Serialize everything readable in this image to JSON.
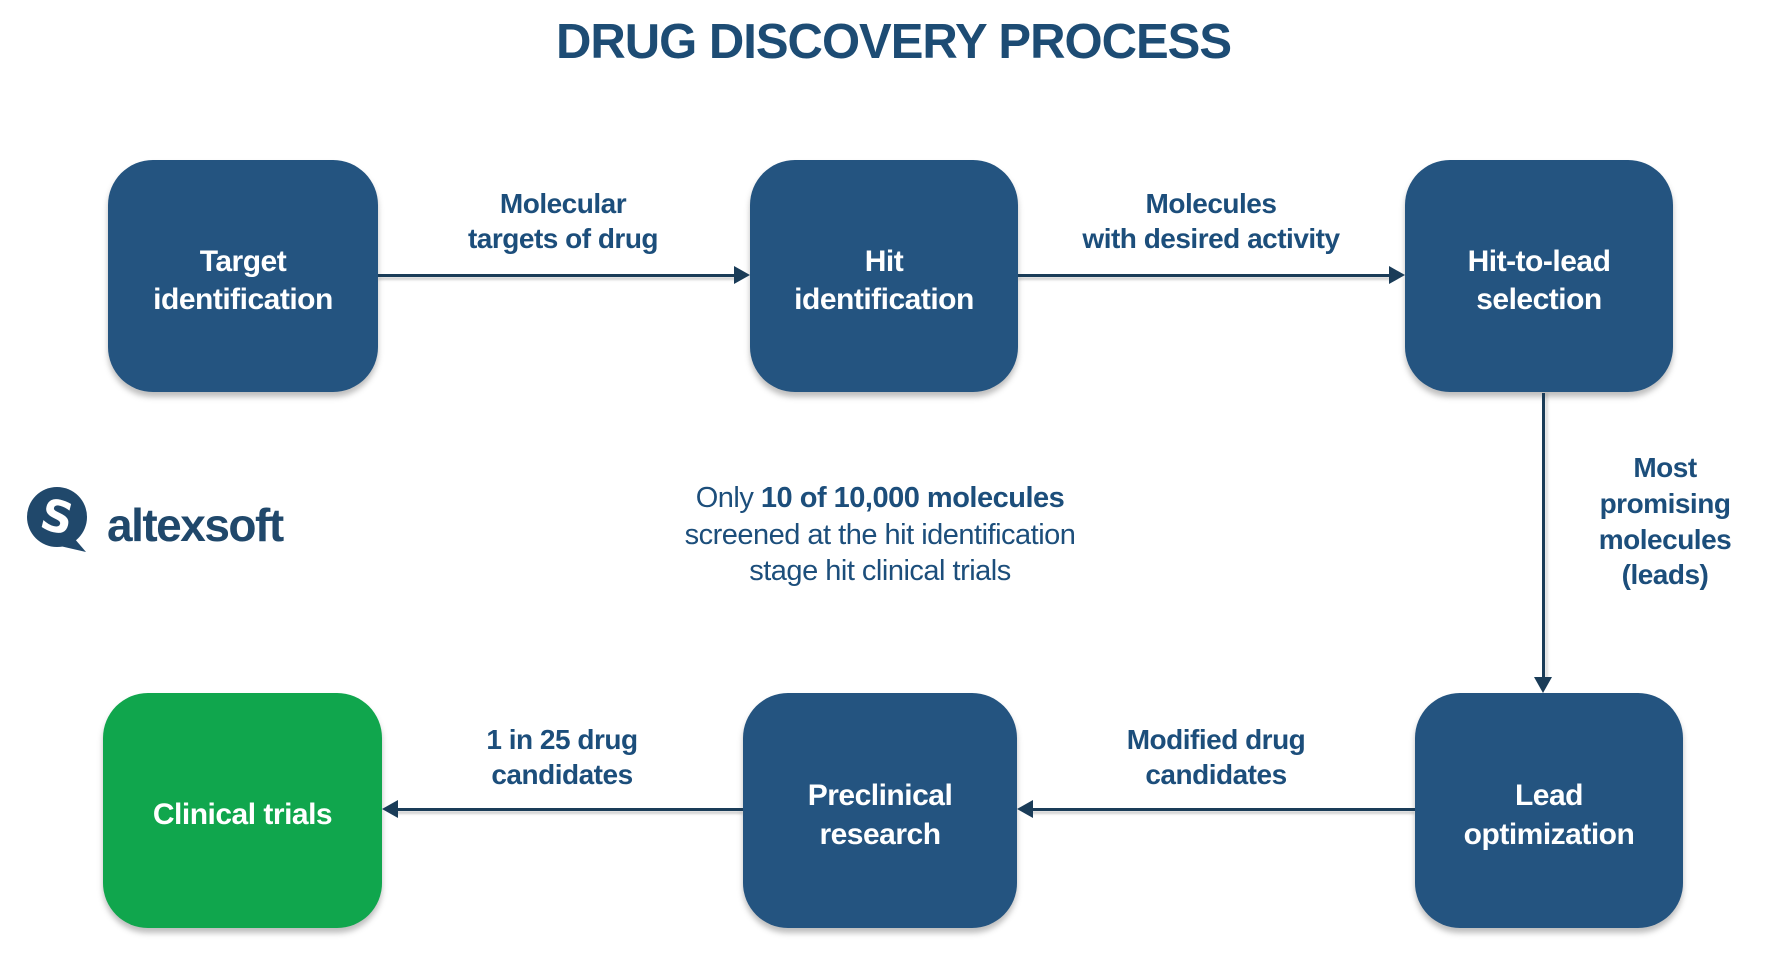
{
  "title": "DRUG DISCOVERY PROCESS",
  "logo": {
    "brand": "altexsoft",
    "mark": "speech-bubble-s-icon"
  },
  "colors": {
    "box_blue": "#245480",
    "box_green": "#10A64D",
    "heading_blue": "#1D4C74",
    "label_blue": "#1C4E7B",
    "arrow_navy": "#1A3C58",
    "box_text": "#FFFFFF"
  },
  "boxes": [
    {
      "id": "target-identification",
      "label": "Target\nidentification",
      "color": "blue"
    },
    {
      "id": "hit-identification",
      "label": "Hit\nidentification",
      "color": "blue"
    },
    {
      "id": "hit-to-lead-selection",
      "label": "Hit-to-lead\nselection",
      "color": "blue"
    },
    {
      "id": "clinical-trials",
      "label": "Clinical trials",
      "color": "green"
    },
    {
      "id": "preclinical-research",
      "label": "Preclinical\nresearch",
      "color": "blue"
    },
    {
      "id": "lead-optimization",
      "label": "Lead\noptimization",
      "color": "blue"
    }
  ],
  "arrows": [
    {
      "from": "target-identification",
      "to": "hit-identification",
      "direction": "right",
      "label": "Molecular\ntargets of drug"
    },
    {
      "from": "hit-identification",
      "to": "hit-to-lead-selection",
      "direction": "right",
      "label": "Molecules\nwith desired activity"
    },
    {
      "from": "hit-to-lead-selection",
      "to": "lead-optimization",
      "direction": "down",
      "label": "Most\npromising\nmolecules\n(leads)"
    },
    {
      "from": "lead-optimization",
      "to": "preclinical-research",
      "direction": "left",
      "label": "Modified drug\ncandidates"
    },
    {
      "from": "preclinical-research",
      "to": "clinical-trials",
      "direction": "left",
      "label": "1 in 25 drug\ncandidates"
    }
  ],
  "stat": {
    "prefix": "Only ",
    "bold": "10 of 10,000 molecules",
    "rest": "\nscreened at the hit identification\nstage hit clinical trials"
  }
}
